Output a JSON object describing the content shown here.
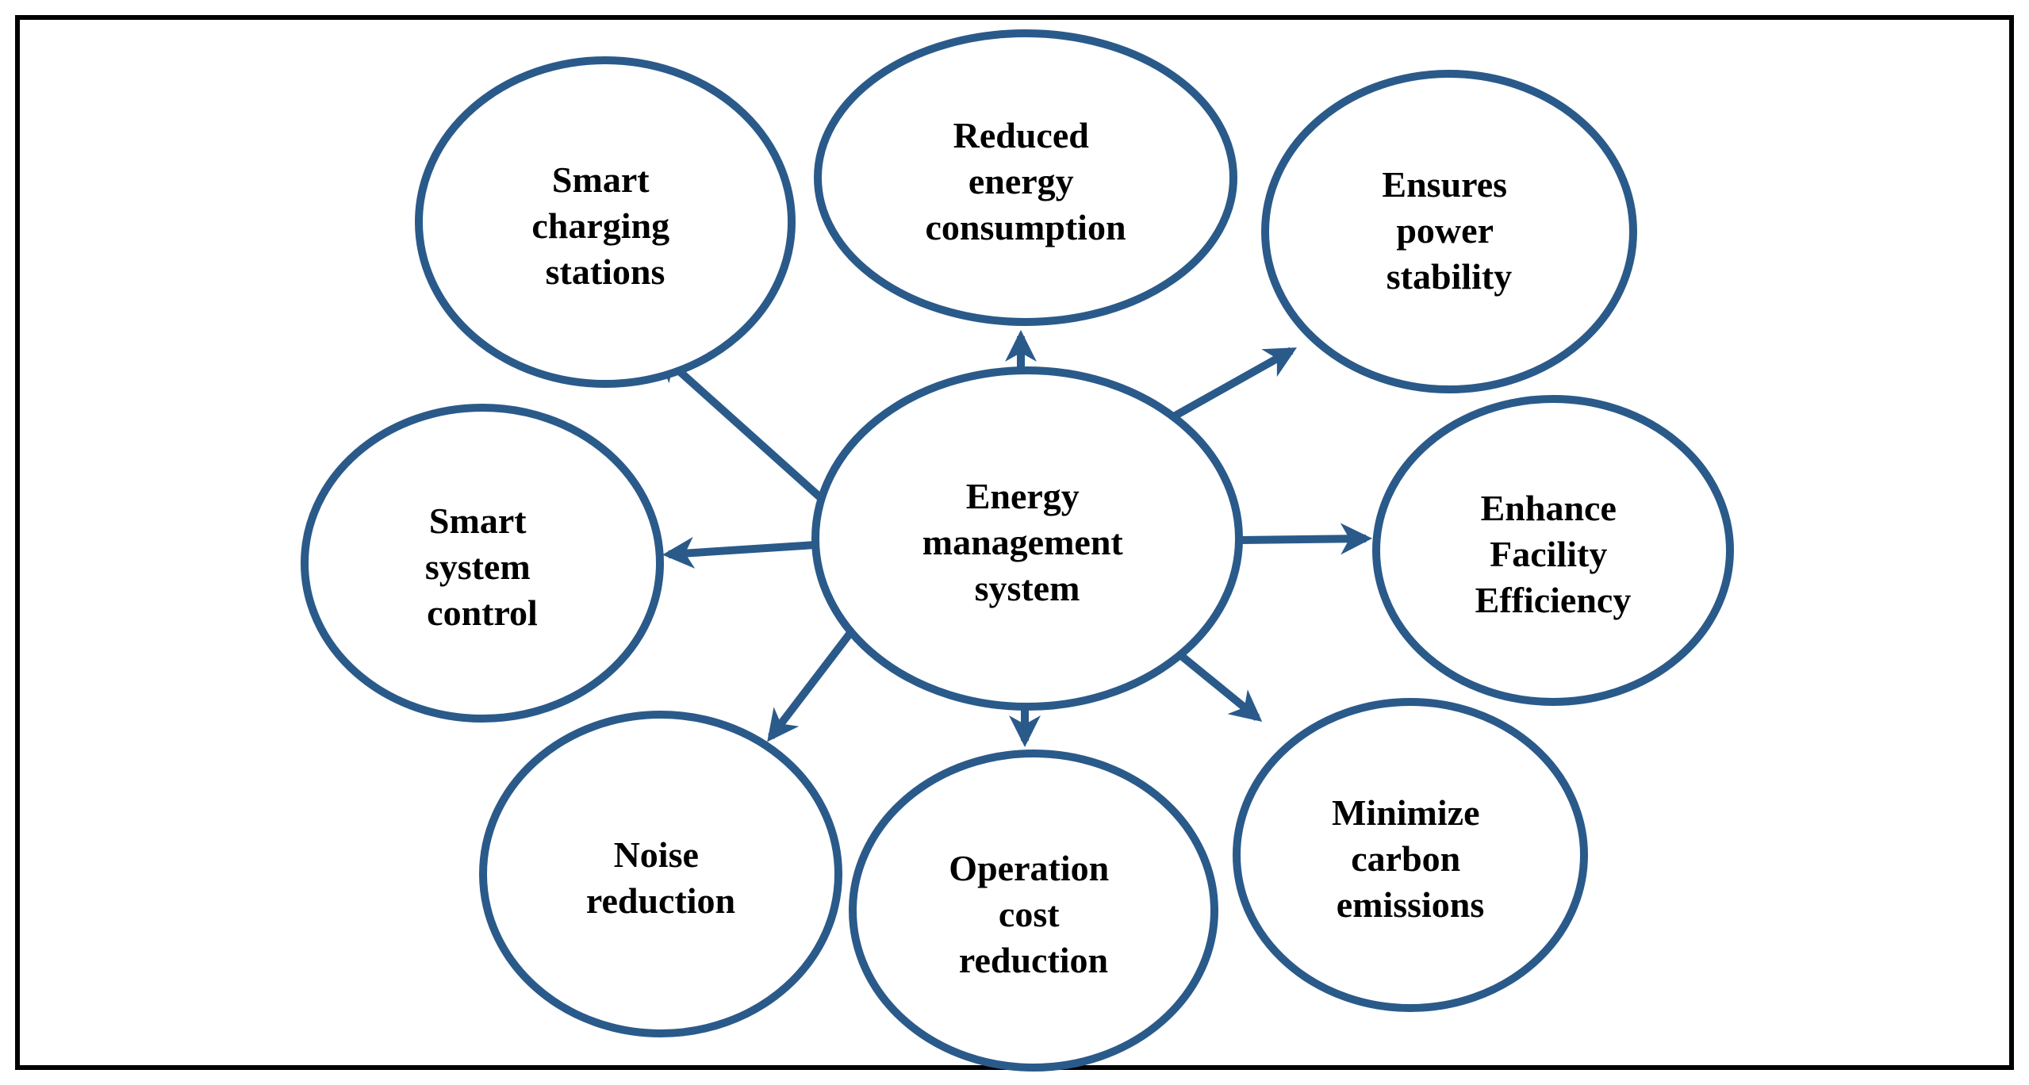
{
  "colors": {
    "stroke": "#2A5A8A",
    "text": "#000000",
    "border": "#000000",
    "background": "#FFFFFF"
  },
  "diagram": {
    "center": {
      "id": "energy-management-system",
      "label": "Energy management system",
      "lines": [
        "Energy",
        "management",
        "system"
      ]
    },
    "nodes": [
      {
        "id": "smart-charging-stations",
        "label": "Smart charging stations",
        "lines": [
          "Smart",
          "charging",
          "stations"
        ]
      },
      {
        "id": "reduced-energy-consumption",
        "label": "Reduced energy consumption",
        "lines": [
          "Reduced",
          "energy",
          "consumption"
        ]
      },
      {
        "id": "ensures-power-stability",
        "label": "Ensures power stability",
        "lines": [
          "Ensures",
          "power",
          "stability"
        ]
      },
      {
        "id": "smart-system-control",
        "label": "Smart system control",
        "lines": [
          "Smart",
          "system",
          "control"
        ]
      },
      {
        "id": "enhance-facility-efficiency",
        "label": "Enhance Facility Efficiency",
        "lines": [
          "Enhance",
          "Facility",
          "Efficiency"
        ]
      },
      {
        "id": "noise-reduction",
        "label": "Noise reduction",
        "lines": [
          "Noise",
          "reduction"
        ]
      },
      {
        "id": "operation-cost-reduction",
        "label": "Operation cost reduction",
        "lines": [
          "Operation",
          "cost",
          "reduction"
        ]
      },
      {
        "id": "minimize-carbon-emissions",
        "label": "Minimize carbon emissions",
        "lines": [
          "Minimize",
          "carbon",
          "emissions"
        ]
      }
    ],
    "edges": [
      {
        "from": "energy-management-system",
        "to": "smart-charging-stations"
      },
      {
        "from": "energy-management-system",
        "to": "reduced-energy-consumption"
      },
      {
        "from": "energy-management-system",
        "to": "ensures-power-stability"
      },
      {
        "from": "energy-management-system",
        "to": "smart-system-control"
      },
      {
        "from": "energy-management-system",
        "to": "enhance-facility-efficiency"
      },
      {
        "from": "energy-management-system",
        "to": "noise-reduction"
      },
      {
        "from": "energy-management-system",
        "to": "operation-cost-reduction"
      },
      {
        "from": "energy-management-system",
        "to": "minimize-carbon-emissions"
      }
    ]
  }
}
